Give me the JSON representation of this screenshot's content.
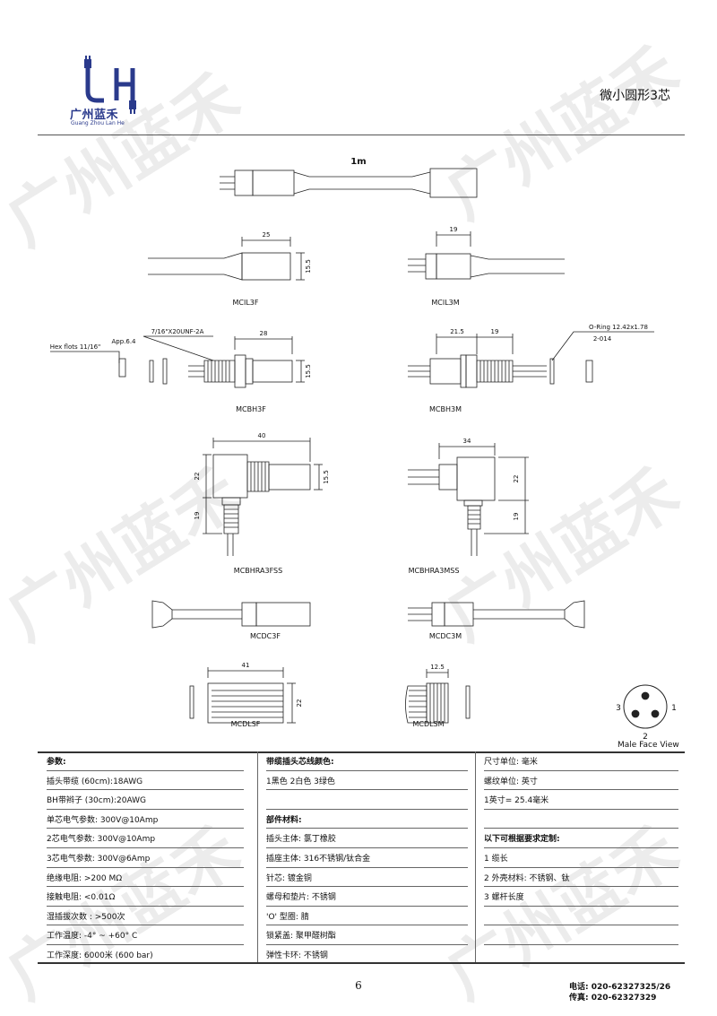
{
  "watermark": "广州蓝禾",
  "logo": {
    "sub": "广州蓝禾",
    "en": "Guang Zhou Lan He",
    "color": "#2a3a8c"
  },
  "doc_title": "微小圆形3芯",
  "cable_length": "1m",
  "parts": {
    "mcil3f": {
      "label": "MCIL3F",
      "dim_w": "25",
      "dim_h": "15.5"
    },
    "mcil3m": {
      "label": "MCIL3M",
      "dim_w": "19"
    },
    "mcbh3f": {
      "label": "MCBH3F",
      "dim_w": "28",
      "dim_h": "15.5",
      "thread": "7/16\"X20UNF-2A",
      "hex": "Hex flots 11/16\"",
      "app": "App.6.4"
    },
    "mcbh3m": {
      "label": "MCBH3M",
      "dim_a": "21.5",
      "dim_b": "19",
      "oring": "O-Ring 12.42x1.78",
      "oring_code": "2-014"
    },
    "mcbhra3fss": {
      "label": "MCBHRA3FSS",
      "dim_w": "40",
      "dim_h": "15.5",
      "dim_v1": "22",
      "dim_v2": "19"
    },
    "mcbhra3mss": {
      "label": "MCBHRA3MSS",
      "dim_w": "34",
      "dim_v1": "22",
      "dim_v2": "19"
    },
    "mcdc3f": {
      "label": "MCDC3F"
    },
    "mcdc3m": {
      "label": "MCDC3M"
    },
    "mcdlsf": {
      "label": "MCDLSF",
      "dim_w": "41",
      "dim_h": "22"
    },
    "mcdlsm": {
      "label": "MCDLSM",
      "dim_w": "12.5"
    }
  },
  "face_view": {
    "pin1": "1",
    "pin2": "2",
    "pin3": "3",
    "caption": "Male Face View"
  },
  "table": {
    "col1": {
      "head": "参数:",
      "rows": [
        "插头带缆 (60cm):18AWG",
        "BH带辫子 (30cm):20AWG",
        "单芯电气参数: 300V@10Amp",
        "2芯电气参数: 300V@10Amp",
        "3芯电气参数: 300V@6Amp",
        "绝缘电阻: >200 MΩ",
        "接触电阻: <0.01Ω",
        "湿插拔次数 : >500次",
        "工作温度: -4° ~ +60° C",
        "工作深度: 6000米 (600 bar)"
      ]
    },
    "col2": {
      "head": "带缆插头芯线颜色:",
      "rows": [
        "1黑色 2白色 3绿色",
        "",
        "部件材料:",
        "插头主体: 氯丁橡胶",
        "插座主体: 316不锈钢/钛合金",
        "针芯: 镀金铜",
        "螺母和垫片: 不锈钢",
        "'O' 型圈: 腈",
        "锁紧盖: 聚甲醛树酯",
        "弹性卡环: 不锈钢"
      ]
    },
    "col3": {
      "head": "尺寸单位: 毫米",
      "rows": [
        "螺纹单位: 英寸",
        "1英寸= 25.4毫米",
        "",
        "以下可根据要求定制:",
        "1 缆长",
        "2 外壳材料: 不锈钢、钛",
        "3 螺杆长度",
        "",
        "",
        ""
      ]
    }
  },
  "page_number": "6",
  "contact": {
    "tel": "电话: 020-62327325/26",
    "fax": "传真: 020-62327329"
  }
}
